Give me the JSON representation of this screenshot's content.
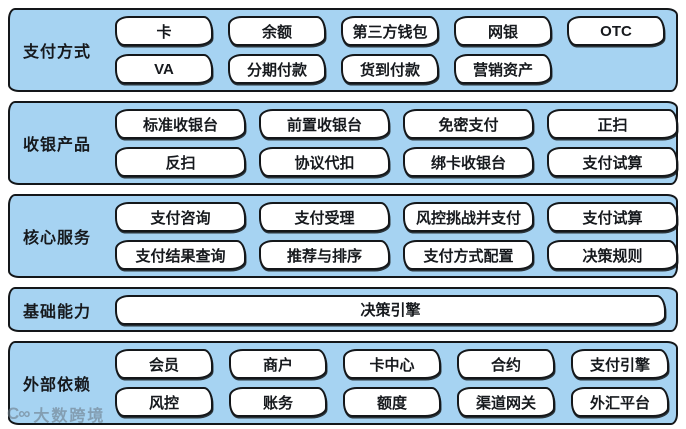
{
  "colors": {
    "band_fill": "#a6d3f2",
    "band_border": "#14171a",
    "box_fill": "#ffffff",
    "box_border": "#14171a",
    "text": "#16191d",
    "watermark": "#6e7e8a"
  },
  "bands": [
    {
      "label": "支付方式",
      "rows": [
        [
          "卡",
          "余额",
          "第三方钱包",
          "网银",
          "OTC"
        ],
        [
          "VA",
          "分期付款",
          "货到付款",
          "营销资产"
        ]
      ]
    },
    {
      "label": "收银产品",
      "rows": [
        [
          "标准收银台",
          "前置收银台",
          "免密支付",
          "正扫"
        ],
        [
          "反扫",
          "协议代扣",
          "绑卡收银台",
          "支付试算"
        ]
      ]
    },
    {
      "label": "核心服务",
      "rows": [
        [
          "支付咨询",
          "支付受理",
          "风控挑战并支付",
          "支付试算"
        ],
        [
          "支付结果查询",
          "推荐与排序",
          "支付方式配置",
          "决策规则"
        ]
      ]
    },
    {
      "label": "基础能力",
      "rows": [
        [
          "决策引擎"
        ]
      ]
    },
    {
      "label": "外部依赖",
      "rows": [
        [
          "会员",
          "商户",
          "卡中心",
          "合约",
          "支付引擎"
        ],
        [
          "风控",
          "账务",
          "额度",
          "渠道网关",
          "外汇平台"
        ]
      ]
    }
  ],
  "watermark": {
    "icon": "C∞",
    "text": "大数跨境"
  }
}
